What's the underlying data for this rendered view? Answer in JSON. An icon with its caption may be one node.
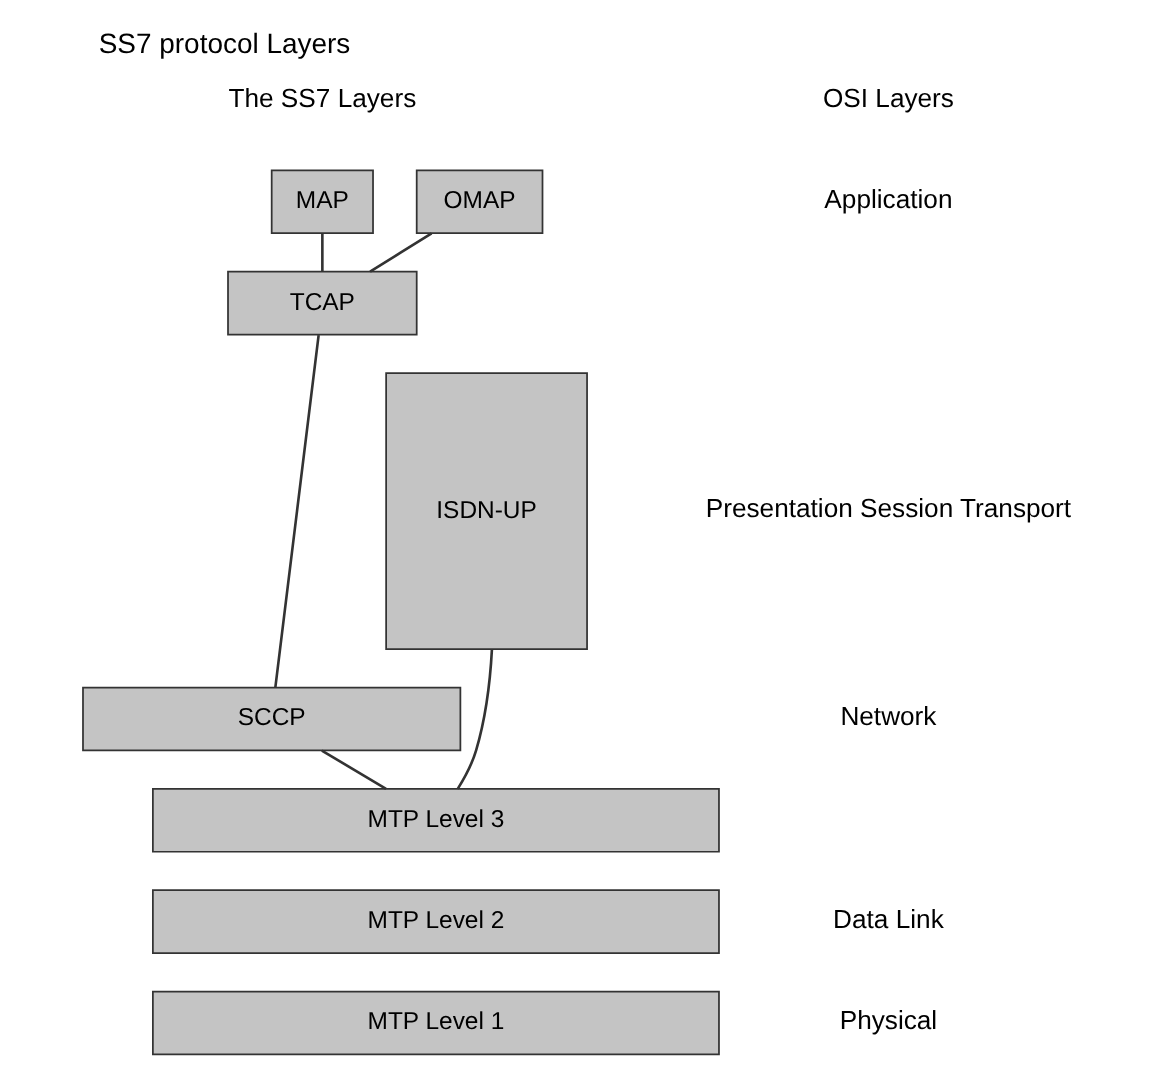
{
  "diagram": {
    "title": "SS7 protocol Layers",
    "nodes": [
      {
        "text": [
          "OMAP"
        ]
      },
      {
        "text": [
          "MAP"
        ]
      },
      {
        "text": [
          "TCAP"
        ]
      },
      {
        "text": [
          "ISDN-UP"
        ]
      },
      {
        "text": [
          "SCCP"
        ]
      },
      {
        "text": [
          "MTP Level 3"
        ]
      },
      {
        "text": [
          "MTP Level 2"
        ]
      },
      {
        "text": [
          "MTP Level 1"
        ]
      }
    ],
    "edges": [
      {
        "from": 0,
        "to": 2,
        "arrow": "none"
      },
      {
        "from": 1,
        "to": 2,
        "arrow": "none"
      },
      {
        "from": 2,
        "to": 4,
        "arrow": "none"
      },
      {
        "from": 4,
        "to": 5,
        "arrow": "none"
      },
      {
        "from": 3,
        "to": 5,
        "arrow": "none"
      }
    ],
    "labels": [
      "OSI Layers",
      "The SS7 Layers",
      "Application",
      "Presentation Session Transport",
      "Network",
      "Data Link",
      "Physical"
    ]
  }
}
